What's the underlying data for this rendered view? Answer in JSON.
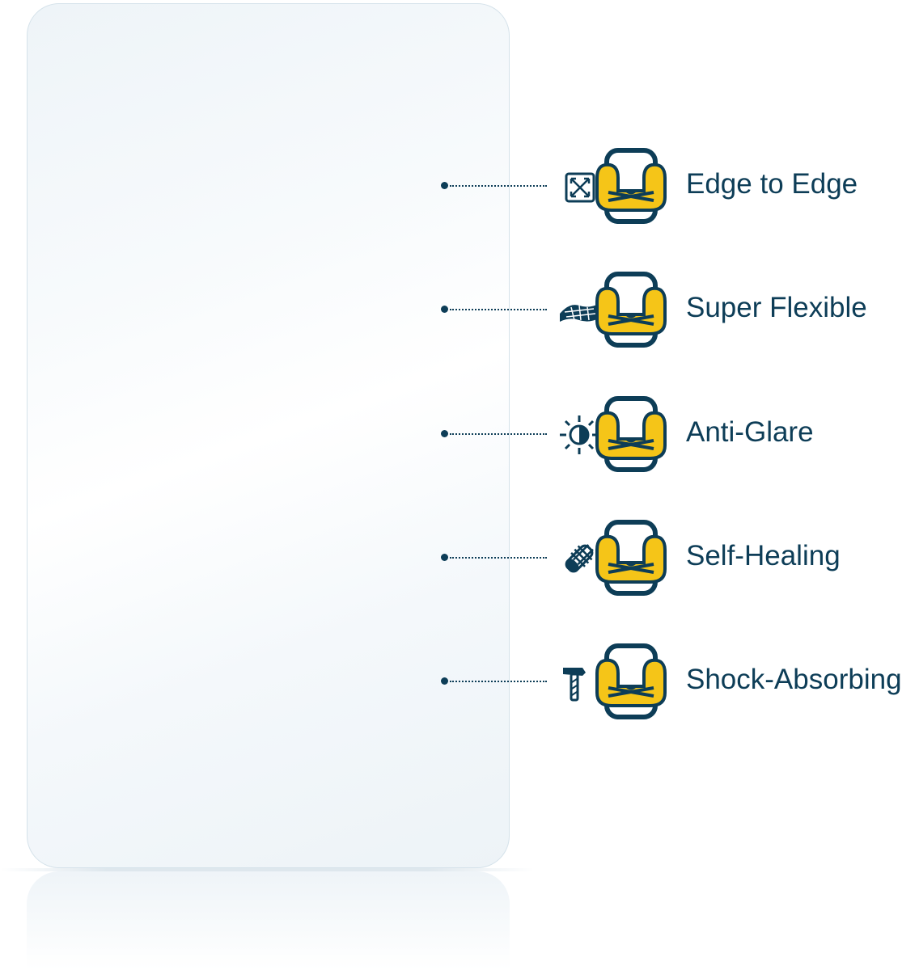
{
  "features": [
    {
      "label": "Edge to Edge",
      "icon": "edge-to-edge-icon"
    },
    {
      "label": "Super Flexible",
      "icon": "flexible-icon"
    },
    {
      "label": "Anti-Glare",
      "icon": "anti-glare-icon"
    },
    {
      "label": "Self-Healing",
      "icon": "self-healing-icon"
    },
    {
      "label": "Shock-Absorbing",
      "icon": "shock-absorbing-icon"
    }
  ],
  "colors": {
    "navy": "#0d3d57",
    "yellow": "#f5c518",
    "film_border": "#d5e2ea"
  }
}
